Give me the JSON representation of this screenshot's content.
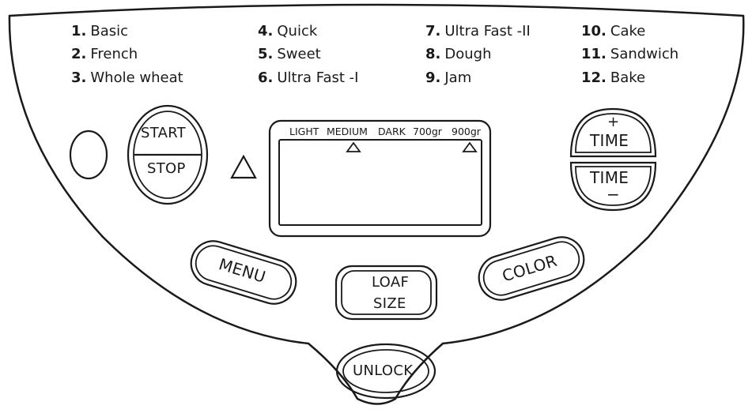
{
  "programs": [
    {
      "num": "1.",
      "name": "Basic"
    },
    {
      "num": "2.",
      "name": "French"
    },
    {
      "num": "3.",
      "name": "Whole wheat"
    },
    {
      "num": "4.",
      "name": "Quick"
    },
    {
      "num": "5.",
      "name": "Sweet"
    },
    {
      "num": "6.",
      "name": "Ultra Fast -I"
    },
    {
      "num": "7.",
      "name": "Ultra Fast -II"
    },
    {
      "num": "8.",
      "name": "Dough"
    },
    {
      "num": "9.",
      "name": "Jam"
    },
    {
      "num": "10.",
      "name": "Cake"
    },
    {
      "num": "11.",
      "name": "Sandwich"
    },
    {
      "num": "12.",
      "name": "Bake"
    }
  ],
  "start_stop": {
    "start": "START",
    "stop": "STOP"
  },
  "display": {
    "labels": [
      "LIGHT",
      "MEDIUM",
      "DARK",
      "700gr",
      "900gr"
    ]
  },
  "time": {
    "up_label": "TIME",
    "up_symbol": "+",
    "down_label": "TIME",
    "down_symbol": "−"
  },
  "buttons": {
    "menu": "MENU",
    "loaf_size_line1": "LOAF",
    "loaf_size_line2": "SIZE",
    "color": "COLOR",
    "unlock": "UNLOCK"
  }
}
